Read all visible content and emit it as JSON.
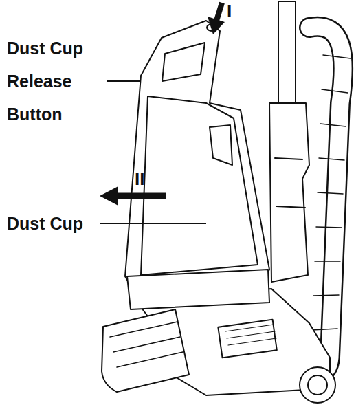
{
  "diagram": {
    "labels": [
      "I",
      "Dust Cup Release Button",
      "II",
      "Dust Cup"
    ]
  }
}
